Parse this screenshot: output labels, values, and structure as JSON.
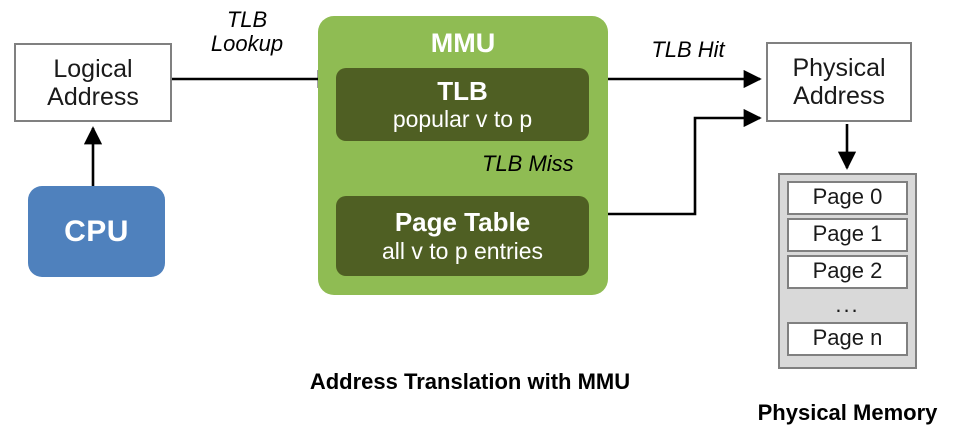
{
  "diagram": {
    "title": "Address Translation with MMU",
    "memory_caption": "Physical Memory"
  },
  "logical_address": {
    "line1": "Logical",
    "line2": "Address"
  },
  "cpu": {
    "label": "CPU"
  },
  "mmu": {
    "title": "MMU",
    "tlb": {
      "title": "TLB",
      "subtitle": "popular v to p"
    },
    "page_table": {
      "title": "Page Table",
      "subtitle": "all v to p entries"
    }
  },
  "physical_address": {
    "line1": "Physical",
    "line2": "Address"
  },
  "physical_memory": {
    "pages": [
      "Page 0",
      "Page 1",
      "Page 2",
      "...",
      "Page n"
    ]
  },
  "edges": {
    "tlb_lookup_line1": "TLB",
    "tlb_lookup_line2": "Lookup",
    "tlb_miss": "TLB Miss",
    "tlb_hit": "TLB Hit"
  },
  "colors": {
    "mmu_green": "#8fbc53",
    "olive": "#4f5f23",
    "cpu_blue": "#4f81bd",
    "box_border": "#808080",
    "memory_fill": "#d9d9d9"
  }
}
